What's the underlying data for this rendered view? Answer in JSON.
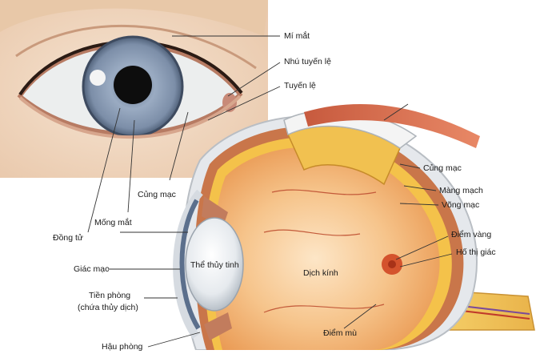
{
  "labels": {
    "mi_mat": "Mí mắt",
    "nhu_tuyen_le": "Nhú tuyến lệ",
    "tuyen_le": "Tuyến lệ",
    "cung_mac_front": "Củng mạc",
    "mong_mat": "Mống mắt",
    "dong_tu": "Đồng tử",
    "giac_mac": "Giác mạc",
    "tien_phong": "Tiền phòng",
    "tien_phong_note": "(chứa thủy dịch)",
    "hau_phong": "Hậu phòng",
    "the_thuy_tinh": "Thể thủy tinh",
    "dich_kinh": "Dịch kính",
    "cung_mac_side": "Củng mạc",
    "mang_mach": "Màng mạch",
    "vong_mac": "Võng mạc",
    "diem_vang": "Điểm vàng",
    "ho_thi_giac": "Hố thị giác",
    "diem_mu": "Điểm mù"
  },
  "colors": {
    "skin": "#f1d9c4",
    "iris": "#8f9fb4",
    "pupil": "#0d0d0d",
    "sclera_white": "#eef0f2",
    "vitreous": "#f2b479",
    "choroid": "#c9764a",
    "retina": "#f4c24a",
    "muscle": "#d7694c",
    "optic_nerve": "#f1c35a"
  },
  "icons": {
    "front_eye": "front-view-eye-illustration",
    "cross_section": "eye-cross-section-illustration"
  }
}
